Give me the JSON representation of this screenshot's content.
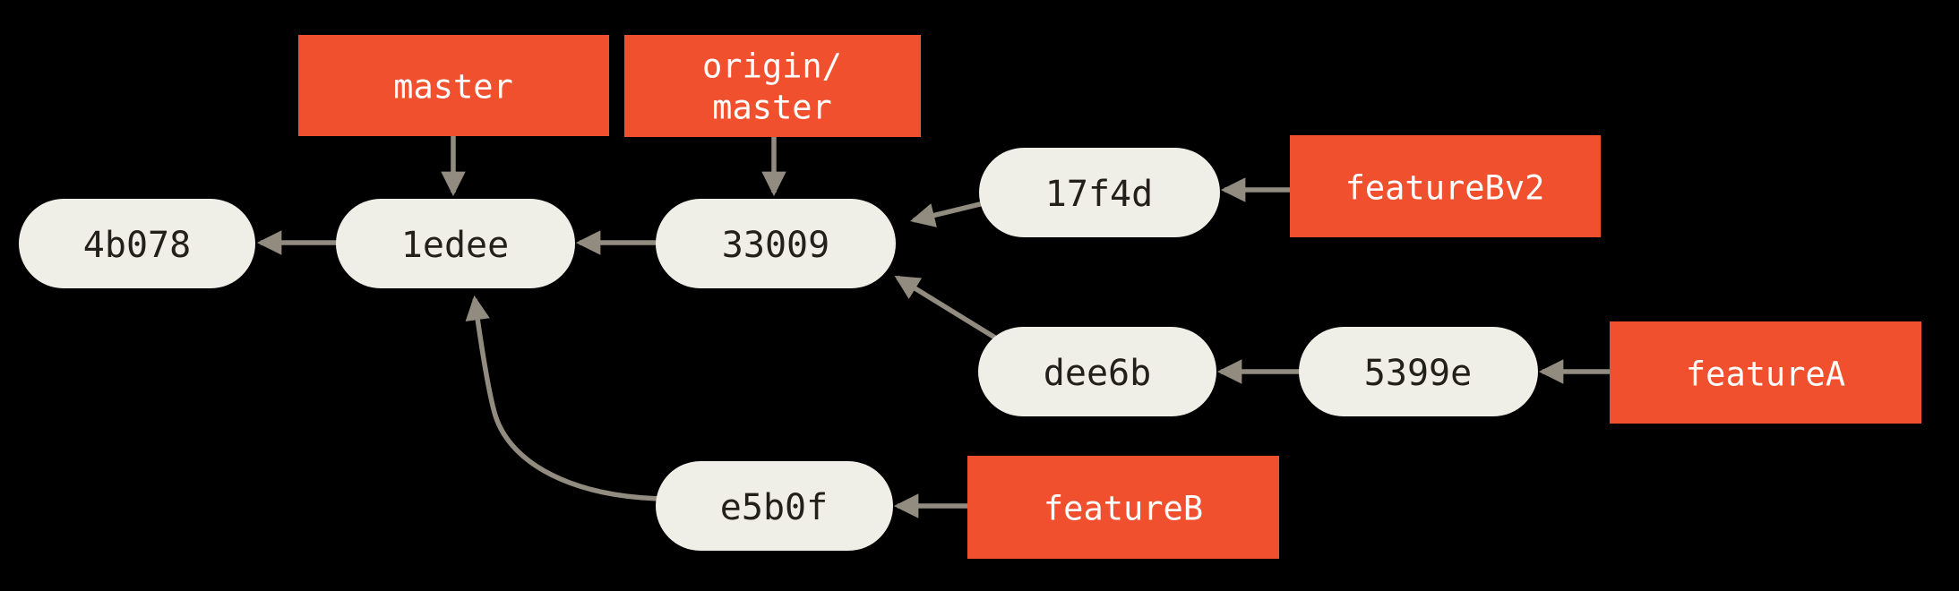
{
  "diagram": {
    "type": "git-commit-graph",
    "description": "Git history with master, origin/master and three feature branch pointers",
    "colors": {
      "branch_red": "#f1502f",
      "branch_text": "#ffffff",
      "commit_fill": "#f0efe7",
      "commit_text": "#23201c",
      "arrow": "#928b80",
      "bg": "#000000"
    },
    "commits": [
      {
        "id": "4b078",
        "label": "4b078"
      },
      {
        "id": "1edee",
        "label": "1edee"
      },
      {
        "id": "33009",
        "label": "33009"
      },
      {
        "id": "17f4d",
        "label": "17f4d"
      },
      {
        "id": "dee6b",
        "label": "dee6b"
      },
      {
        "id": "5399e",
        "label": "5399e"
      },
      {
        "id": "e5b0f",
        "label": "e5b0f"
      }
    ],
    "branches": [
      {
        "id": "master",
        "lines": [
          "master"
        ],
        "points_to": "1edee"
      },
      {
        "id": "origin-master",
        "lines": [
          "origin/",
          "master"
        ],
        "points_to": "33009"
      },
      {
        "id": "featureBv2",
        "lines": [
          "featureBv2"
        ],
        "points_to": "17f4d"
      },
      {
        "id": "featureA",
        "lines": [
          "featureA"
        ],
        "points_to": "5399e"
      },
      {
        "id": "featureB",
        "lines": [
          "featureB"
        ],
        "points_to": "e5b0f"
      }
    ],
    "edges": [
      {
        "from": "master",
        "to": "1edee"
      },
      {
        "from": "origin/master",
        "to": "33009"
      },
      {
        "from": "1edee",
        "to": "4b078"
      },
      {
        "from": "33009",
        "to": "1edee"
      },
      {
        "from": "17f4d",
        "to": "33009"
      },
      {
        "from": "featureBv2",
        "to": "17f4d"
      },
      {
        "from": "dee6b",
        "to": "33009"
      },
      {
        "from": "5399e",
        "to": "dee6b"
      },
      {
        "from": "featureA",
        "to": "5399e"
      },
      {
        "from": "featureB",
        "to": "e5b0f"
      },
      {
        "from": "e5b0f",
        "to": "1edee"
      }
    ]
  }
}
